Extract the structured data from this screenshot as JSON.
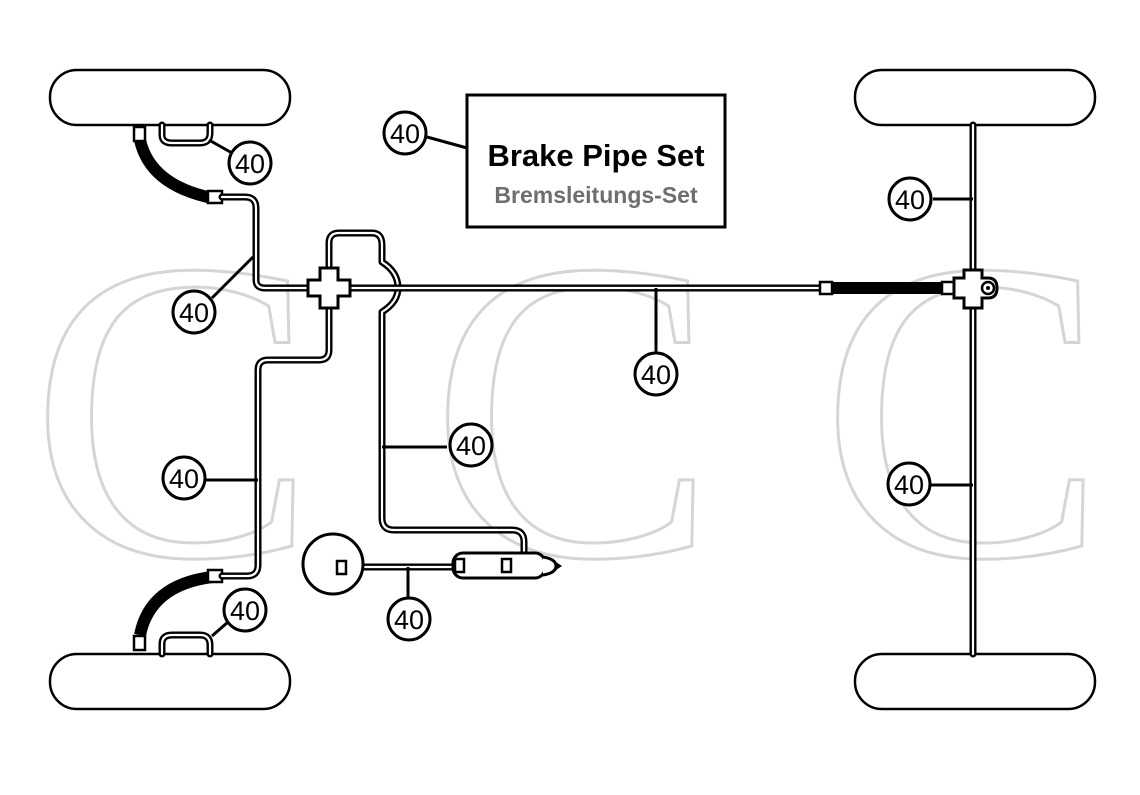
{
  "title_box": {
    "title": "Brake Pipe Set",
    "subtitle": "Bremsleitungs-Set",
    "subtitle_color": "#6e6e6e",
    "callout": "40"
  },
  "watermark": {
    "letters": [
      "C",
      "C",
      "C"
    ],
    "color": "#c8c8c8"
  },
  "callouts": [
    {
      "id": "front-left-wheel-loop",
      "label": "40"
    },
    {
      "id": "front-left-pipe",
      "label": "40"
    },
    {
      "id": "main-rear-pipe",
      "label": "40"
    },
    {
      "id": "master-cylinder-feed",
      "label": "40"
    },
    {
      "id": "front-left-lower-pipe",
      "label": "40"
    },
    {
      "id": "rear-left-wheel-loop",
      "label": "40"
    },
    {
      "id": "booster-pipe",
      "label": "40"
    },
    {
      "id": "rear-axle-upper",
      "label": "40"
    },
    {
      "id": "rear-axle-lower",
      "label": "40"
    }
  ],
  "parts": {
    "wheels": [
      "front-left",
      "rear-left",
      "front-right",
      "rear-right"
    ],
    "components": [
      "four-way-junction",
      "rear-t-junction",
      "master-cylinder",
      "brake-booster",
      "flexible-hoses"
    ]
  }
}
